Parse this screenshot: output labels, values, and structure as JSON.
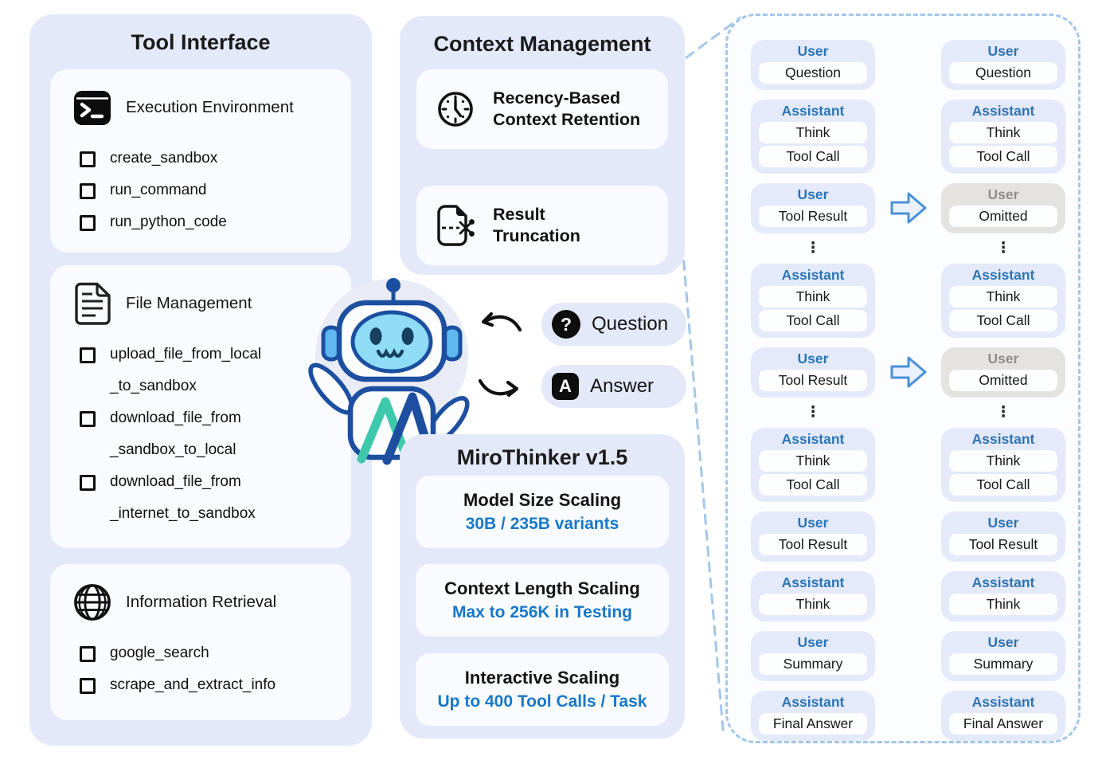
{
  "left_panel": {
    "title": "Tool Interface",
    "sections": [
      {
        "icon": "terminal-icon",
        "heading": "Execution Environment",
        "items": [
          "create_sandbox",
          "run_command",
          "run_python_code"
        ]
      },
      {
        "icon": "document-icon",
        "heading": "File Management",
        "items": [
          "upload_file_from_local\n_to_sandbox",
          "download_file_from\n_sandbox_to_local",
          "download_file_from\n_internet_to_sandbox"
        ]
      },
      {
        "icon": "globe-icon",
        "heading": "Information Retrieval",
        "items": [
          "google_search",
          "scrape_and_extract_info"
        ]
      }
    ]
  },
  "context_panel": {
    "title": "Context Management",
    "features": [
      {
        "icon": "clock-icon",
        "label": "Recency-Based\nContext Retention"
      },
      {
        "icon": "truncation-icon",
        "label": "Result\nTruncation"
      }
    ]
  },
  "io": {
    "question_glyph": "?",
    "question_label": "Question",
    "answer_glyph": "A",
    "answer_label": "Answer"
  },
  "model_panel": {
    "title": "MiroThinker v1.5",
    "cards": [
      {
        "heading": "Model Size Scaling",
        "value": "30B / 235B variants"
      },
      {
        "heading": "Context Length Scaling",
        "value": "Max to 256K in Testing"
      },
      {
        "heading": "Interactive Scaling",
        "value": "Up to 400 Tool Calls / Task"
      }
    ]
  },
  "conversation": {
    "dots_glyph": "⋮",
    "left": [
      {
        "role": "User",
        "parts": [
          "Question"
        ]
      },
      {
        "role": "Assistant",
        "parts": [
          "Think",
          "Tool Call"
        ]
      },
      {
        "role": "User",
        "parts": [
          "Tool Result"
        ]
      },
      {
        "role": "Assistant",
        "parts": [
          "Think",
          "Tool Call"
        ]
      },
      {
        "role": "User",
        "parts": [
          "Tool Result"
        ]
      },
      {
        "role": "Assistant",
        "parts": [
          "Think",
          "Tool Call"
        ]
      },
      {
        "role": "User",
        "parts": [
          "Tool Result"
        ]
      },
      {
        "role": "Assistant",
        "parts": [
          "Think"
        ]
      },
      {
        "role": "User",
        "parts": [
          "Summary"
        ]
      },
      {
        "role": "Assistant",
        "parts": [
          "Final Answer"
        ]
      }
    ],
    "right": [
      {
        "role": "User",
        "parts": [
          "Question"
        ]
      },
      {
        "role": "Assistant",
        "parts": [
          "Think",
          "Tool Call"
        ]
      },
      {
        "role": "User",
        "parts": [
          "Omitted"
        ],
        "omitted": true
      },
      {
        "role": "Assistant",
        "parts": [
          "Think",
          "Tool Call"
        ]
      },
      {
        "role": "User",
        "parts": [
          "Omitted"
        ],
        "omitted": true
      },
      {
        "role": "Assistant",
        "parts": [
          "Think",
          "Tool Call"
        ]
      },
      {
        "role": "User",
        "parts": [
          "Tool Result"
        ]
      },
      {
        "role": "Assistant",
        "parts": [
          "Think"
        ]
      },
      {
        "role": "User",
        "parts": [
          "Summary"
        ]
      },
      {
        "role": "Assistant",
        "parts": [
          "Final Answer"
        ]
      }
    ]
  },
  "colors": {
    "panel_bg": "#e3e9f8",
    "card_bg": "#fafbfe",
    "role_label_blue": "#2e74b5",
    "value_blue": "#1878c8",
    "dashed_border_blue": "#a3c7e8",
    "omitted_bg": "#e4e3df",
    "omitted_label": "#8e8e8a",
    "flow_arrow_stroke": "#4a90d8",
    "flow_arrow_fill": "#e8f1fc",
    "robot_navy": "#1d4fa1",
    "robot_face_blue": "#8edcf6",
    "robot_ear_blue": "#5fb8ef",
    "robot_teal": "#3fc9ac"
  }
}
